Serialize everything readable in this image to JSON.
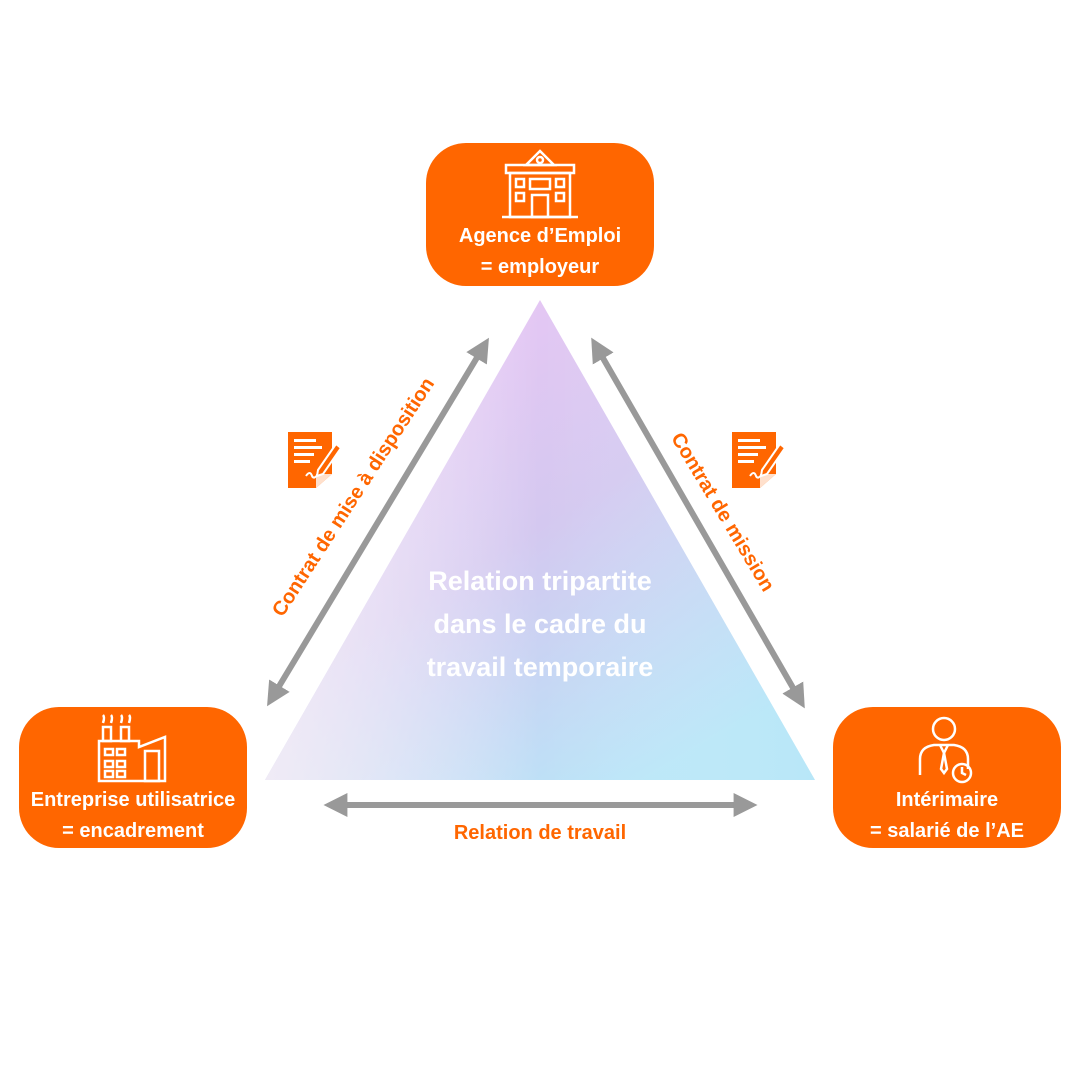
{
  "agency": {
    "line1": "Agence d’Emploi",
    "line2": "= employeur",
    "icon": "building-icon"
  },
  "company": {
    "line1": "Entreprise utilisatrice",
    "line2": "= encadrement",
    "icon": "factory-icon"
  },
  "worker": {
    "line1": "Intérimaire",
    "line2": "= salarié de l’AE",
    "icon": "worker-icon"
  },
  "edges": {
    "left": "Contrat de mise à disposition",
    "right": "Contrat de mission",
    "bottom": "Relation de travail"
  },
  "center": {
    "line1": "Relation tripartite",
    "line2": "dans le cadre du",
    "line3": "travail temporaire"
  },
  "colors": {
    "accent": "#ff6600",
    "arrow": "#999999",
    "triangle_top": "#f0c4f4",
    "triangle_bottom_right": "#b8e8f8",
    "triangle_bottom_left": "#f4eef4"
  }
}
